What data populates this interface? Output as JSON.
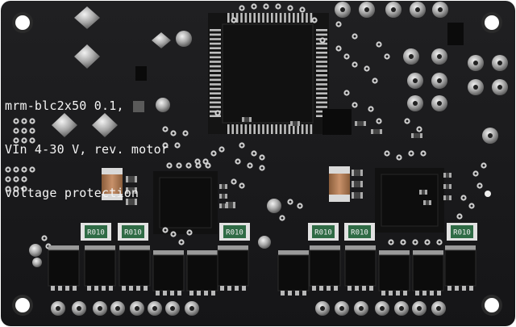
{
  "board": {
    "silkscreen_lines": [
      "mrm-blc2x50 0.1,",
      "VIn 4-30 V, rev. motor",
      "voltage protection"
    ]
  },
  "resistors": [
    {
      "label": "R010"
    },
    {
      "label": "R010"
    },
    {
      "label": "R010"
    },
    {
      "label": "R010"
    },
    {
      "label": "R010"
    },
    {
      "label": "R010"
    }
  ],
  "colors": {
    "pcb": "#1b1b1d",
    "silk": "#f2f2f2",
    "metal": "#c9c9c9",
    "resistor_green": "#2f6b45",
    "capacitor": "#b5805a"
  }
}
